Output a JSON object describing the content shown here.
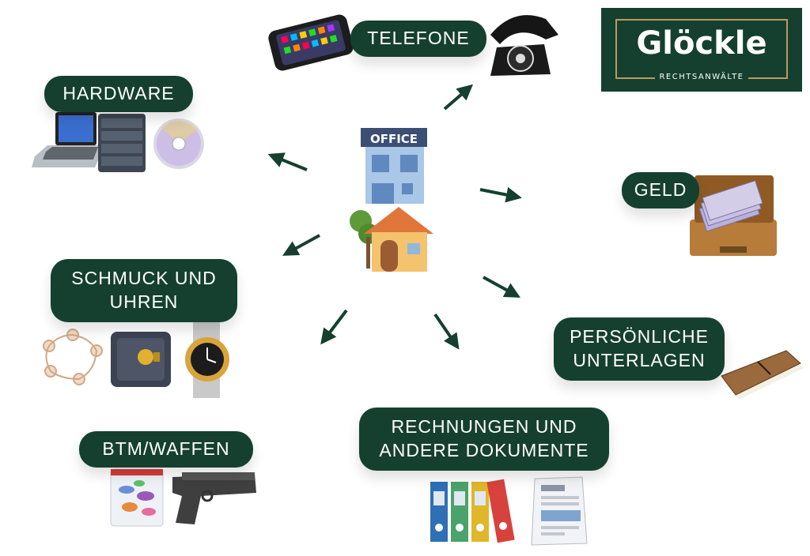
{
  "logo": {
    "name": "Glöckle",
    "subtitle": "RECHTSANWÄLTE"
  },
  "center": {
    "sign": "OFFICE"
  },
  "categories": [
    {
      "key": "telefone",
      "lines": [
        "TELEFONE"
      ]
    },
    {
      "key": "hardware",
      "lines": [
        "HARDWARE"
      ]
    },
    {
      "key": "geld",
      "lines": [
        "GELD"
      ]
    },
    {
      "key": "schmuck",
      "lines": [
        "SCHMUCK UND",
        "UHREN"
      ]
    },
    {
      "key": "unterlagen",
      "lines": [
        "PERSÖNLICHE",
        "UNTERLAGEN"
      ]
    },
    {
      "key": "btm",
      "lines": [
        "BTM/WAFFEN"
      ]
    },
    {
      "key": "rechnungen",
      "lines": [
        "RECHNUNGEN UND",
        "ANDERE DOKUMENTE"
      ]
    }
  ],
  "icons": {
    "telefone": [
      "smartphone-icon",
      "rotary-phone-icon"
    ],
    "hardware": [
      "laptop-icon",
      "server-icon",
      "cd-icon"
    ],
    "geld": [
      "money-briefcase-icon"
    ],
    "schmuck": [
      "bracelet-icon",
      "safe-icon",
      "wristwatch-icon"
    ],
    "unterlagen": [
      "notebook-icon"
    ],
    "btm": [
      "pill-bag-icon",
      "pistol-icon"
    ],
    "rechnungen": [
      "binders-icon",
      "invoice-icon"
    ]
  },
  "colors": {
    "brand_green": "#15402f",
    "gold": "#b89b5e"
  }
}
